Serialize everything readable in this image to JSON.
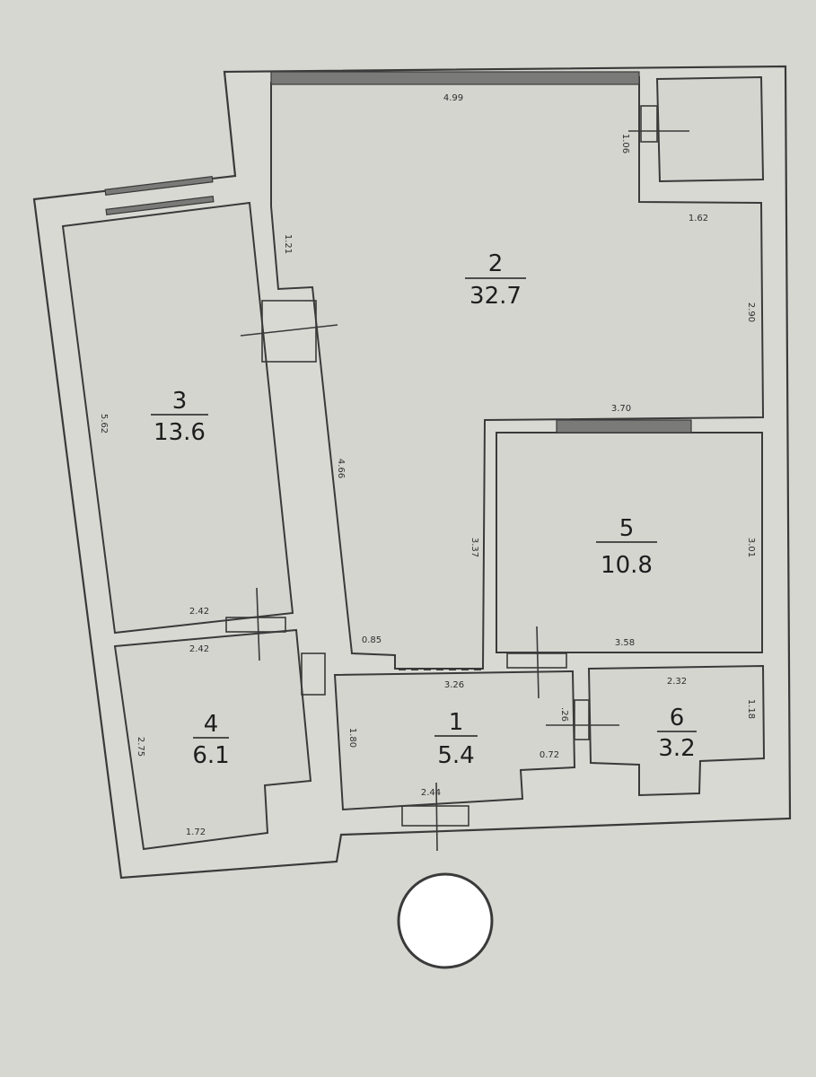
{
  "rooms": [
    {
      "id": "1",
      "number": "1",
      "area": "5.4"
    },
    {
      "id": "2",
      "number": "2",
      "area": "32.7"
    },
    {
      "id": "3",
      "number": "3",
      "area": "13.6"
    },
    {
      "id": "4",
      "number": "4",
      "area": "6.1"
    },
    {
      "id": "5",
      "number": "5",
      "area": "10.8"
    },
    {
      "id": "6",
      "number": "6",
      "area": "3.2"
    }
  ],
  "dimensions": {
    "top_wall": "4.99",
    "small_closet": "1.06",
    "r2_step": "1.62",
    "r2_right": "2.90",
    "r2_bottom": "3.70",
    "corridor_left": "1.21",
    "r3_left": "5.62",
    "r3_right": "4.66",
    "r3_bottom": "2.42",
    "r4_top": "2.42",
    "r4_left": "2.75",
    "r4_bottom": "1.72",
    "hall_left": "3.37",
    "hall_step": "0.85",
    "r1_top": "3.26",
    "r1_left": "1.80",
    "r1_bottom": "2.44",
    "r1_right_small": "0.72",
    "r1_right_v": ".26",
    "r5_right": "3.01",
    "r5_bottom": "3.58",
    "r6_top": "2.32",
    "r6_right": "1.18"
  }
}
